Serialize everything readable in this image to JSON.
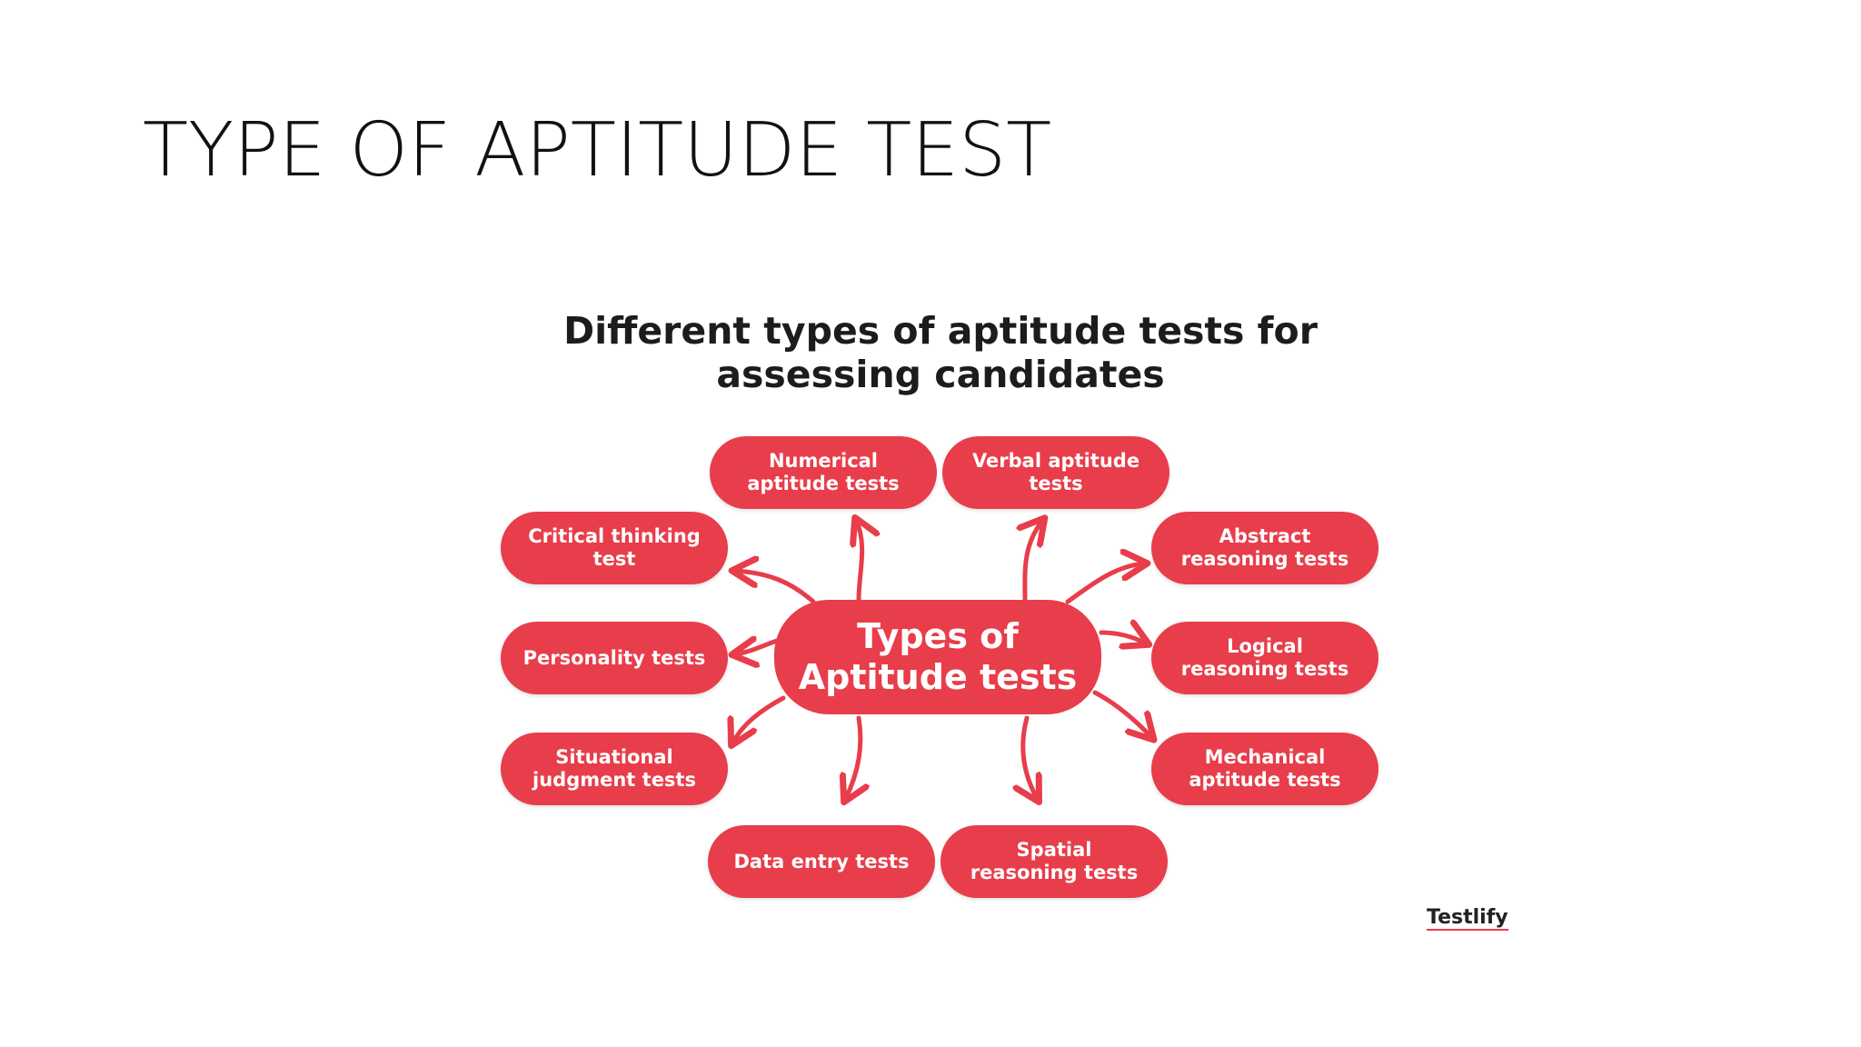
{
  "slide": {
    "title": "TYPE OF APTITUDE TEST"
  },
  "diagram": {
    "title_line1": "Different types of aptitude tests for",
    "title_line2": "assessing candidates",
    "center_line1": "Types of",
    "center_line2": "Aptitude tests",
    "accent_color": "#e83d4a",
    "nodes": [
      {
        "line1": "Numerical",
        "line2": "aptitude tests"
      },
      {
        "line1": "Verbal aptitude",
        "line2": "tests"
      },
      {
        "line1": "Critical thinking test",
        "line2": ""
      },
      {
        "line1": "Abstract",
        "line2": "reasoning tests"
      },
      {
        "line1": "Personality tests",
        "line2": ""
      },
      {
        "line1": "Logical",
        "line2": "reasoning tests"
      },
      {
        "line1": "Situational",
        "line2": "judgment tests"
      },
      {
        "line1": "Mechanical",
        "line2": "aptitude tests"
      },
      {
        "line1": "Data entry tests",
        "line2": ""
      },
      {
        "line1": "Spatial",
        "line2": "reasoning tests"
      }
    ],
    "brand": "Testlify"
  }
}
